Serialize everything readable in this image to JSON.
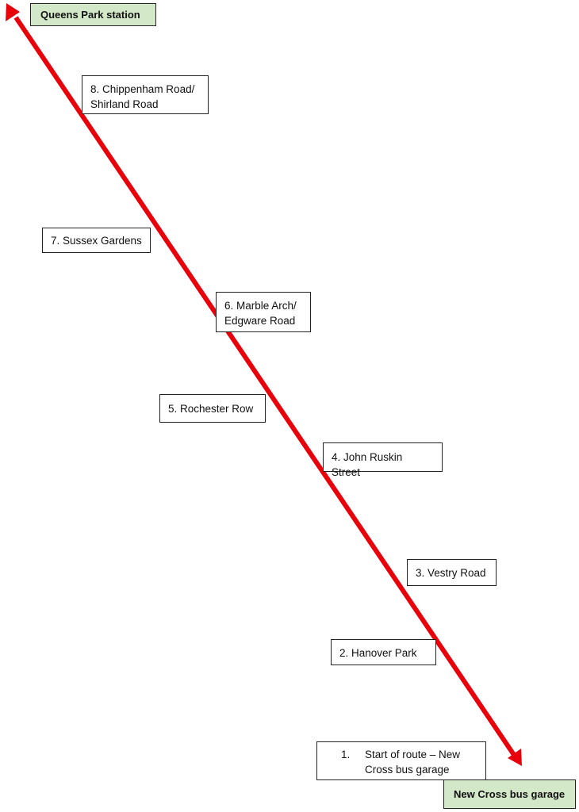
{
  "colors": {
    "route": "#e8000b",
    "terminal_fill": "#d3e8c9"
  },
  "terminals": {
    "top": "Queens Park station",
    "bottom": "New Cross bus garage"
  },
  "stops": {
    "s1": {
      "number": "1.",
      "text": "Start of route – New Cross bus garage"
    },
    "s2": "2. Hanover Park",
    "s3": "3. Vestry Road",
    "s4": "4. John Ruskin Street",
    "s5": "5. Rochester Row",
    "s6": {
      "line1": "6. Marble Arch/",
      "line2": "Edgware Road"
    },
    "s7": "7. Sussex Gardens",
    "s8": {
      "line1": "8. Chippenham Road/",
      "line2": "Shirland Road"
    }
  }
}
